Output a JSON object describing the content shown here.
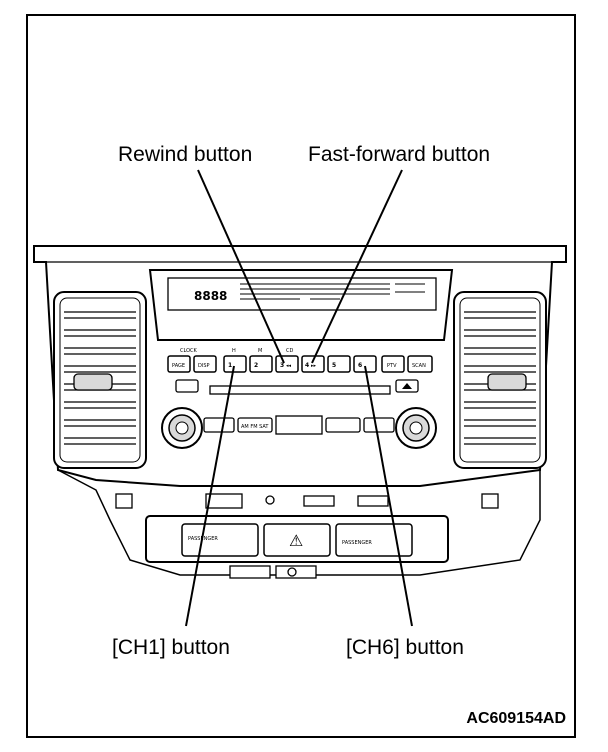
{
  "callouts": {
    "rewind": "Rewind button",
    "fast_forward": "Fast-forward button",
    "ch1": "[CH1] button",
    "ch6": "[CH6] button"
  },
  "figure_code": "AC609154AD",
  "panel_labels": {
    "page": "PAGE",
    "disp": "DISP",
    "btn1": "1",
    "btn2": "2",
    "btn3": "3",
    "btn4": "4",
    "btn5": "5",
    "btn6": "6",
    "ptv": "PTV",
    "scan": "SCAN",
    "clock": "CLOCK",
    "h": "H",
    "m": "M",
    "cd": "CD",
    "am_fm_sat": "AM FM SAT",
    "display_digits": "8888",
    "passenger_left": "PASSENGER",
    "passenger_right": "PASSENGER",
    "hazard": "⚠"
  },
  "colors": {
    "line": "#000000",
    "background": "#ffffff",
    "panel_shade": "#d9d9d9"
  }
}
